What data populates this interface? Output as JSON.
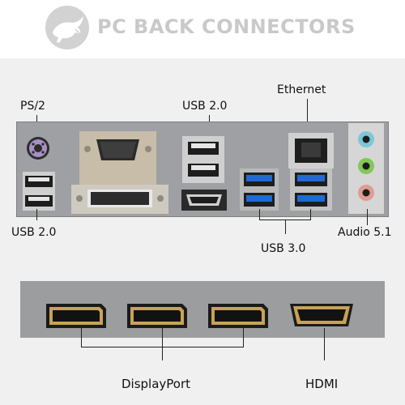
{
  "header": {
    "title": "PC BACK CONNECTORS",
    "logo_icon": "dinosaur-logo-icon"
  },
  "labels": {
    "ps2": "PS/2",
    "usb20_left": "USB 2.0",
    "usb20_top": "USB 2.0",
    "ethernet": "Ethernet",
    "usb30": "USB 3.0",
    "audio": "Audio 5.1",
    "displayport": "DisplayPort",
    "hdmi": "HDMI"
  },
  "colors": {
    "usb3_blue": "#1f6ad6",
    "audio_blue": "#7cc7d8",
    "audio_green": "#85c65a",
    "audio_pink": "#e19b90",
    "ps2_purple": "#a890c4"
  }
}
